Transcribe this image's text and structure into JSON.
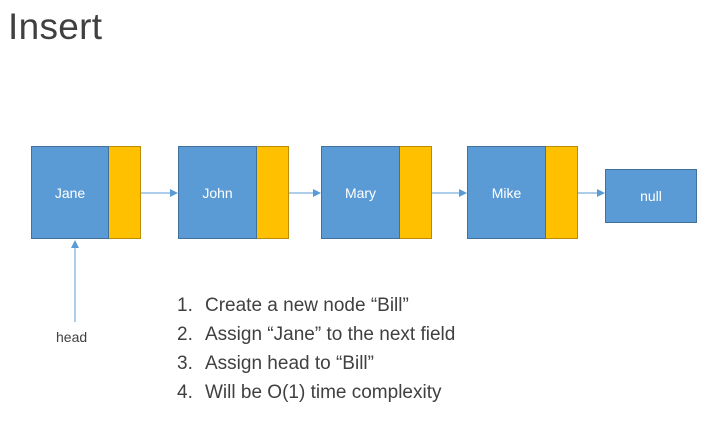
{
  "title": "Insert",
  "nodes": [
    {
      "label": "Jane"
    },
    {
      "label": "John"
    },
    {
      "label": "Mary"
    },
    {
      "label": "Mike"
    }
  ],
  "terminal": {
    "label": "null"
  },
  "head_label": "head",
  "steps": [
    {
      "num": "1.",
      "text": "Create a new node “Bill”"
    },
    {
      "num": "2.",
      "text": "Assign “Jane” to the next field"
    },
    {
      "num": "3.",
      "text": "Assign head to “Bill”"
    },
    {
      "num": "4.",
      "text": "Will be O(1) time complexity"
    }
  ],
  "colors": {
    "node_fill": "#5b9bd5",
    "next_field_fill": "#ffc000",
    "arrow": "#5b9bd5",
    "text": "#404040"
  }
}
